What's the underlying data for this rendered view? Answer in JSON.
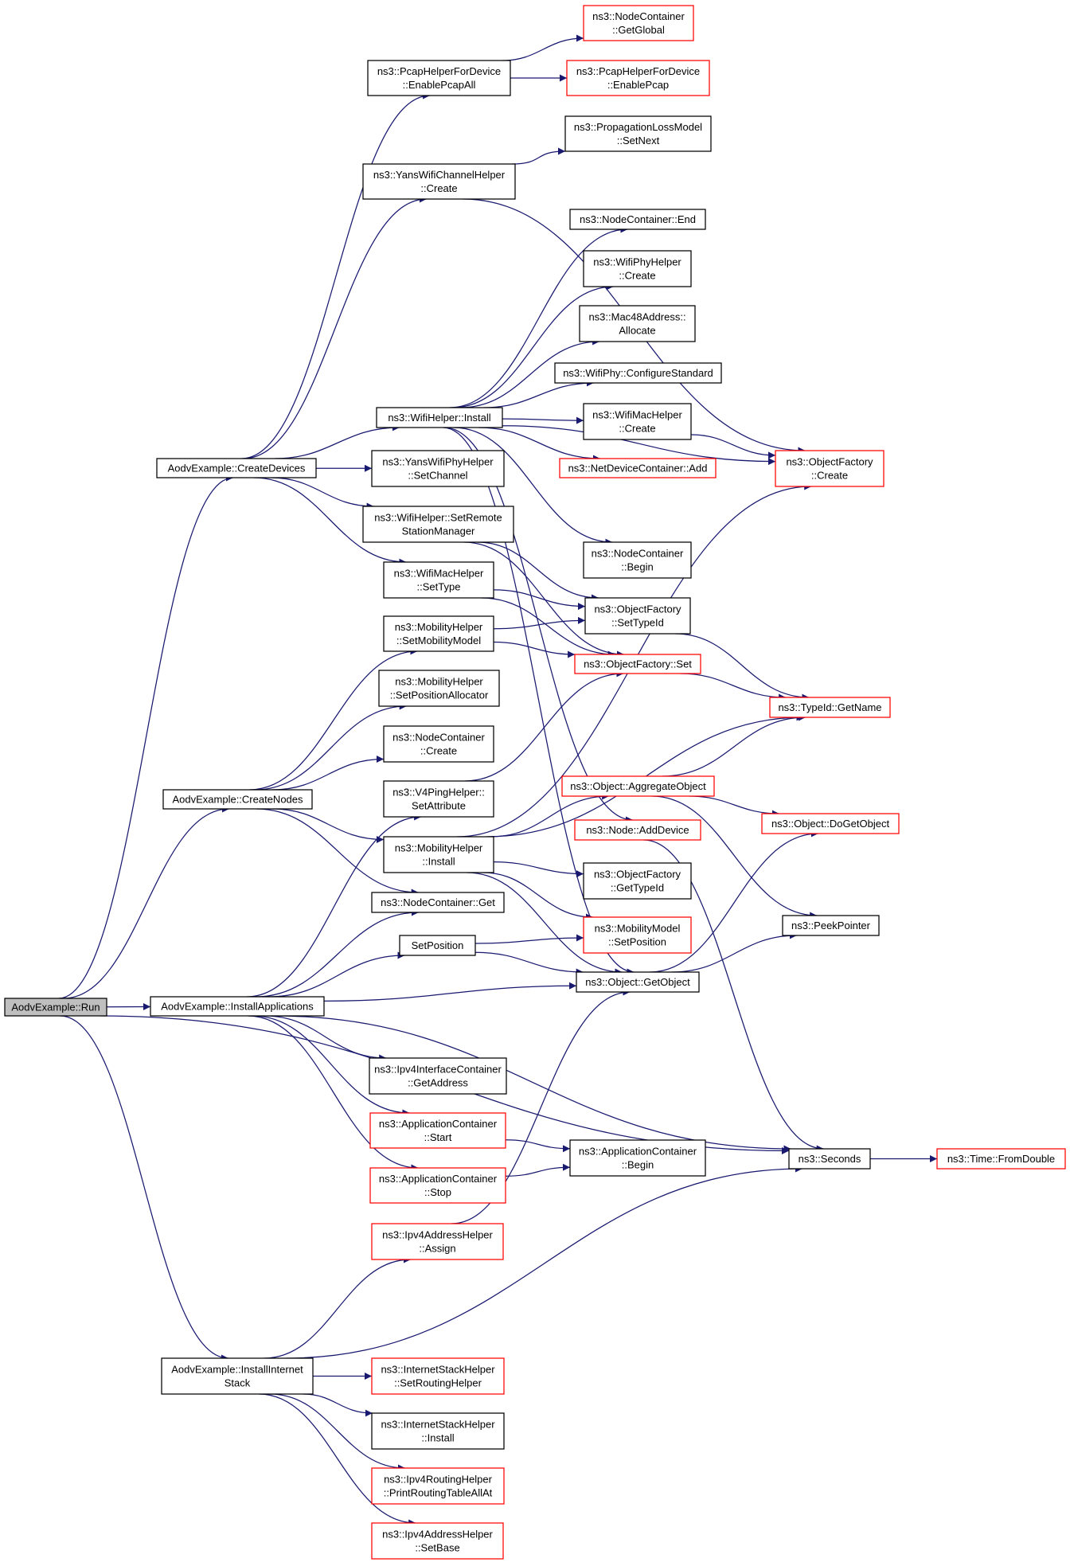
{
  "colors": {
    "edge": "#191970",
    "border_documented": "#000000",
    "border_undocumented": "#ff0000",
    "fill_root": "#bfbfbf",
    "fill_default": "#ffffff"
  },
  "nodes": [
    {
      "id": "run",
      "lines": [
        "AodvExample::Run"
      ],
      "status": "root"
    },
    {
      "id": "createdevices",
      "lines": [
        "AodvExample::CreateDevices"
      ],
      "status": "documented"
    },
    {
      "id": "createnodes",
      "lines": [
        "AodvExample::CreateNodes"
      ],
      "status": "documented"
    },
    {
      "id": "installapps",
      "lines": [
        "AodvExample::InstallApplications"
      ],
      "status": "documented"
    },
    {
      "id": "installinternet",
      "lines": [
        "AodvExample::InstallInternet",
        "Stack"
      ],
      "status": "documented"
    },
    {
      "id": "pcapall",
      "lines": [
        "ns3::PcapHelperForDevice",
        "::EnablePcapAll"
      ],
      "status": "documented"
    },
    {
      "id": "nc_global",
      "lines": [
        "ns3::NodeContainer",
        "::GetGlobal"
      ],
      "status": "undocumented"
    },
    {
      "id": "pcap",
      "lines": [
        "ns3::PcapHelperForDevice",
        "::EnablePcap"
      ],
      "status": "undocumented"
    },
    {
      "id": "proploss",
      "lines": [
        "ns3::PropagationLossModel",
        "::SetNext"
      ],
      "status": "documented"
    },
    {
      "id": "yanschan",
      "lines": [
        "ns3::YansWifiChannelHelper",
        "::Create"
      ],
      "status": "documented"
    },
    {
      "id": "nc_end",
      "lines": [
        "ns3::NodeContainer::End"
      ],
      "status": "documented"
    },
    {
      "id": "phy_create",
      "lines": [
        "ns3::WifiPhyHelper",
        "::Create"
      ],
      "status": "documented"
    },
    {
      "id": "mac48",
      "lines": [
        "ns3::Mac48Address::",
        "Allocate"
      ],
      "status": "documented"
    },
    {
      "id": "confstd",
      "lines": [
        "ns3::WifiPhy::ConfigureStandard"
      ],
      "status": "documented"
    },
    {
      "id": "wifiinstall",
      "lines": [
        "ns3::WifiHelper::Install"
      ],
      "status": "documented"
    },
    {
      "id": "mac_create",
      "lines": [
        "ns3::WifiMacHelper",
        "::Create"
      ],
      "status": "documented"
    },
    {
      "id": "ndc_add",
      "lines": [
        "ns3::NetDeviceContainer::Add"
      ],
      "status": "undocumented"
    },
    {
      "id": "of_create",
      "lines": [
        "ns3::ObjectFactory",
        "::Create"
      ],
      "status": "undocumented"
    },
    {
      "id": "setchannel",
      "lines": [
        "ns3::YansWifiPhyHelper",
        "::SetChannel"
      ],
      "status": "documented"
    },
    {
      "id": "setremote",
      "lines": [
        "ns3::WifiHelper::SetRemote",
        "StationManager"
      ],
      "status": "documented"
    },
    {
      "id": "nc_begin",
      "lines": [
        "ns3::NodeContainer",
        "::Begin"
      ],
      "status": "documented"
    },
    {
      "id": "settype",
      "lines": [
        "ns3::WifiMacHelper",
        "::SetType"
      ],
      "status": "documented"
    },
    {
      "id": "of_settypeid",
      "lines": [
        "ns3::ObjectFactory",
        "::SetTypeId"
      ],
      "status": "documented"
    },
    {
      "id": "setmobmodel",
      "lines": [
        "ns3::MobilityHelper",
        "::SetMobilityModel"
      ],
      "status": "documented"
    },
    {
      "id": "of_set",
      "lines": [
        "ns3::ObjectFactory::Set"
      ],
      "status": "undocumented"
    },
    {
      "id": "setposalloc",
      "lines": [
        "ns3::MobilityHelper",
        "::SetPositionAllocator"
      ],
      "status": "documented"
    },
    {
      "id": "typeid_getname",
      "lines": [
        "ns3::TypeId::GetName"
      ],
      "status": "undocumented"
    },
    {
      "id": "nc_create",
      "lines": [
        "ns3::NodeContainer",
        "::Create"
      ],
      "status": "documented"
    },
    {
      "id": "v4ping_setattr",
      "lines": [
        "ns3::V4PingHelper::",
        "SetAttribute"
      ],
      "status": "documented"
    },
    {
      "id": "aggregate",
      "lines": [
        "ns3::Object::AggregateObject"
      ],
      "status": "undocumented"
    },
    {
      "id": "dogetobject",
      "lines": [
        "ns3::Object::DoGetObject"
      ],
      "status": "undocumented"
    },
    {
      "id": "node_adddevice",
      "lines": [
        "ns3::Node::AddDevice"
      ],
      "status": "undocumented"
    },
    {
      "id": "mob_install",
      "lines": [
        "ns3::MobilityHelper",
        "::Install"
      ],
      "status": "documented"
    },
    {
      "id": "of_gettypeid",
      "lines": [
        "ns3::ObjectFactory",
        "::GetTypeId"
      ],
      "status": "documented"
    },
    {
      "id": "nc_get",
      "lines": [
        "ns3::NodeContainer::Get"
      ],
      "status": "documented"
    },
    {
      "id": "mm_setposition",
      "lines": [
        "ns3::MobilityModel",
        "::SetPosition"
      ],
      "status": "undocumented"
    },
    {
      "id": "peekpointer",
      "lines": [
        "ns3::PeekPointer"
      ],
      "status": "documented"
    },
    {
      "id": "setposition",
      "lines": [
        "SetPosition"
      ],
      "status": "documented"
    },
    {
      "id": "getobject",
      "lines": [
        "ns3::Object::GetObject"
      ],
      "status": "documented"
    },
    {
      "id": "ipv4ic_getaddr",
      "lines": [
        "ns3::Ipv4InterfaceContainer",
        "::GetAddress"
      ],
      "status": "documented"
    },
    {
      "id": "ac_start",
      "lines": [
        "ns3::ApplicationContainer",
        "::Start"
      ],
      "status": "undocumented"
    },
    {
      "id": "ac_begin",
      "lines": [
        "ns3::ApplicationContainer",
        "::Begin"
      ],
      "status": "documented"
    },
    {
      "id": "seconds",
      "lines": [
        "ns3::Seconds"
      ],
      "status": "documented"
    },
    {
      "id": "fromdouble",
      "lines": [
        "ns3::Time::FromDouble"
      ],
      "status": "undocumented"
    },
    {
      "id": "ac_stop",
      "lines": [
        "ns3::ApplicationContainer",
        "::Stop"
      ],
      "status": "undocumented"
    },
    {
      "id": "ipv4ah_assign",
      "lines": [
        "ns3::Ipv4AddressHelper",
        "::Assign"
      ],
      "status": "undocumented"
    },
    {
      "id": "ish_setrouting",
      "lines": [
        "ns3::InternetStackHelper",
        "::SetRoutingHelper"
      ],
      "status": "undocumented"
    },
    {
      "id": "ish_install",
      "lines": [
        "ns3::InternetStackHelper",
        "::Install"
      ],
      "status": "documented"
    },
    {
      "id": "printrouting",
      "lines": [
        "ns3::Ipv4RoutingHelper",
        "::PrintRoutingTableAllAt"
      ],
      "status": "undocumented"
    },
    {
      "id": "ipv4ah_setbase",
      "lines": [
        "ns3::Ipv4AddressHelper",
        "::SetBase"
      ],
      "status": "undocumented"
    }
  ],
  "edges": [
    [
      "run",
      "createdevices"
    ],
    [
      "run",
      "createnodes"
    ],
    [
      "run",
      "installapps"
    ],
    [
      "run",
      "installinternet"
    ],
    [
      "run",
      "seconds"
    ],
    [
      "createdevices",
      "pcapall"
    ],
    [
      "createdevices",
      "yanschan"
    ],
    [
      "createdevices",
      "wifiinstall"
    ],
    [
      "createdevices",
      "setchannel"
    ],
    [
      "createdevices",
      "setremote"
    ],
    [
      "createdevices",
      "settype"
    ],
    [
      "pcapall",
      "nc_global"
    ],
    [
      "pcapall",
      "pcap"
    ],
    [
      "yanschan",
      "proploss"
    ],
    [
      "yanschan",
      "of_create"
    ],
    [
      "wifiinstall",
      "nc_end"
    ],
    [
      "wifiinstall",
      "phy_create"
    ],
    [
      "wifiinstall",
      "mac48"
    ],
    [
      "wifiinstall",
      "confstd"
    ],
    [
      "wifiinstall",
      "mac_create"
    ],
    [
      "wifiinstall",
      "ndc_add"
    ],
    [
      "wifiinstall",
      "of_create"
    ],
    [
      "wifiinstall",
      "nc_begin"
    ],
    [
      "wifiinstall",
      "getobject"
    ],
    [
      "wifiinstall",
      "node_adddevice"
    ],
    [
      "mac_create",
      "of_create"
    ],
    [
      "setremote",
      "of_settypeid"
    ],
    [
      "setremote",
      "of_set"
    ],
    [
      "settype",
      "of_settypeid"
    ],
    [
      "settype",
      "of_set"
    ],
    [
      "setmobmodel",
      "of_settypeid"
    ],
    [
      "setmobmodel",
      "of_set"
    ],
    [
      "of_settypeid",
      "typeid_getname"
    ],
    [
      "of_set",
      "typeid_getname"
    ],
    [
      "createnodes",
      "setmobmodel"
    ],
    [
      "createnodes",
      "setposalloc"
    ],
    [
      "createnodes",
      "nc_create"
    ],
    [
      "createnodes",
      "mob_install"
    ],
    [
      "createnodes",
      "nc_get"
    ],
    [
      "v4ping_setattr",
      "of_set"
    ],
    [
      "mob_install",
      "of_create"
    ],
    [
      "mob_install",
      "typeid_getname"
    ],
    [
      "mob_install",
      "aggregate"
    ],
    [
      "mob_install",
      "of_gettypeid"
    ],
    [
      "mob_install",
      "mm_setposition"
    ],
    [
      "mob_install",
      "getobject"
    ],
    [
      "aggregate",
      "typeid_getname"
    ],
    [
      "aggregate",
      "dogetobject"
    ],
    [
      "aggregate",
      "peekpointer"
    ],
    [
      "node_adddevice",
      "seconds"
    ],
    [
      "getobject",
      "dogetobject"
    ],
    [
      "getobject",
      "peekpointer"
    ],
    [
      "setposition",
      "mm_setposition"
    ],
    [
      "setposition",
      "getobject"
    ],
    [
      "installapps",
      "v4ping_setattr"
    ],
    [
      "installapps",
      "nc_get"
    ],
    [
      "installapps",
      "setposition"
    ],
    [
      "installapps",
      "getobject"
    ],
    [
      "installapps",
      "ipv4ic_getaddr"
    ],
    [
      "installapps",
      "ac_start"
    ],
    [
      "installapps",
      "ac_stop"
    ],
    [
      "installapps",
      "seconds"
    ],
    [
      "ac_start",
      "ac_begin"
    ],
    [
      "ac_stop",
      "ac_begin"
    ],
    [
      "seconds",
      "fromdouble"
    ],
    [
      "ipv4ah_assign",
      "getobject"
    ],
    [
      "installinternet",
      "ipv4ah_assign"
    ],
    [
      "installinternet",
      "seconds"
    ],
    [
      "installinternet",
      "ish_setrouting"
    ],
    [
      "installinternet",
      "ish_install"
    ],
    [
      "installinternet",
      "printrouting"
    ],
    [
      "installinternet",
      "ipv4ah_setbase"
    ]
  ]
}
